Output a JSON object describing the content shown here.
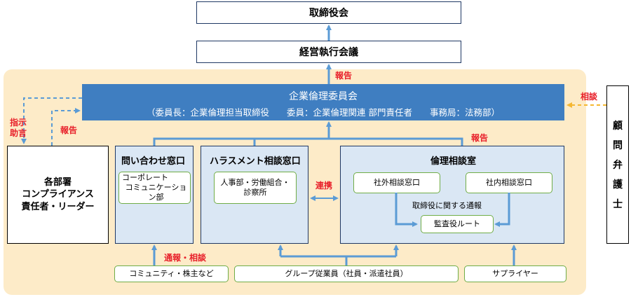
{
  "top": {
    "board": "取締役会",
    "exec_council": "経営執行会議"
  },
  "committee": {
    "title": "企業倫理委員会",
    "subtitle": "（委員長：企業倫理担当取締役　　委員：企業倫理関連 部門責任者　　事務局：法務部）"
  },
  "departments": {
    "line1": "各部署",
    "line2": "コンプライアンス",
    "line3": "責任者・リーダー"
  },
  "lawyer": {
    "chars": [
      "顧",
      "問",
      "弁",
      "護",
      "士"
    ]
  },
  "inquiry": {
    "title": "問い合わせ窓口",
    "sub_line1": "コーポレート",
    "sub_line2": "コミュニケーション部"
  },
  "harassment": {
    "title": "ハラスメント相談窓口",
    "sub_line1": "人事部・労働組合・",
    "sub_line2": "診察所"
  },
  "ethics_room": {
    "title": "倫理相談室",
    "external": "社外相談窓口",
    "internal": "社内相談窓口",
    "note": "取締役に関する通報",
    "audit": "監査役ルート"
  },
  "sources": {
    "community": "コミュニティ・株主など",
    "employees": "グループ従業員（社員・派遣社員）",
    "supplier": "サプライヤー"
  },
  "labels": {
    "report_top": "報告",
    "consult": "相談",
    "instruct_line1": "指示",
    "instruct_line2": "助言",
    "report_left": "報告",
    "report_right": "報告",
    "cooperation": "連携",
    "notify_consult": "通報・相談"
  },
  "colors": {
    "zone": "#fdebc8",
    "committee_blue": "#3f7ec1",
    "arrow_blue": "#5b9bd5",
    "light_blue": "#dae7f4",
    "navy_border": "#1f3864",
    "green_border": "#70ad47",
    "red_label": "#e8202a",
    "consult_arrow": "#f5b731"
  }
}
